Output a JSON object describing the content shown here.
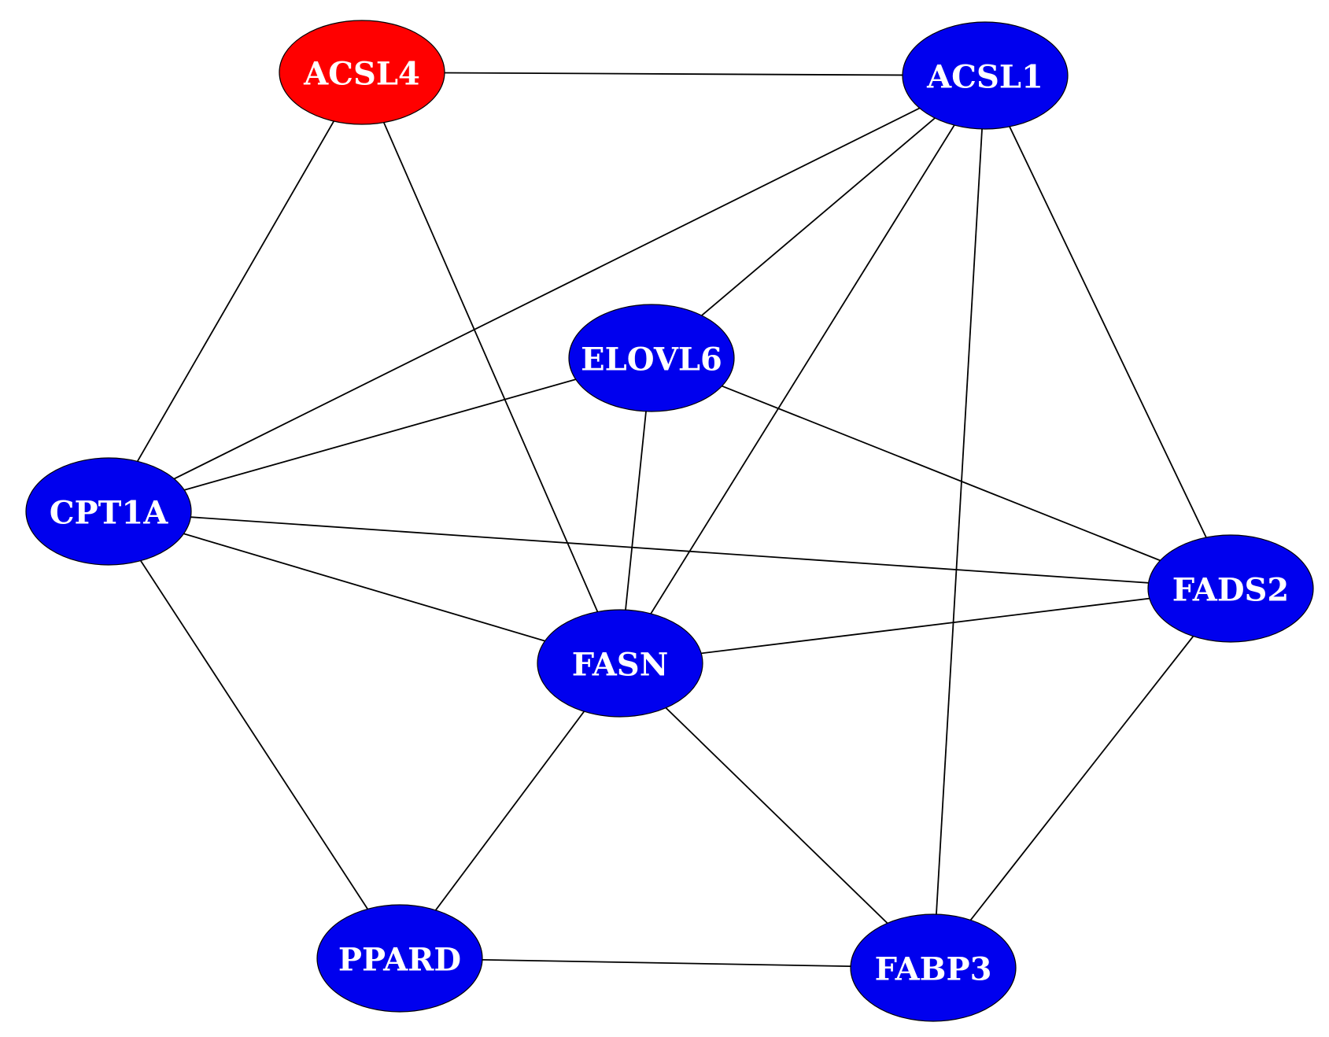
{
  "colors": {
    "highlight": "#ff0000",
    "default": "#0000ee",
    "edge": "#000000",
    "label": "#ffffff",
    "background": "#ffffff"
  },
  "nodes": [
    {
      "id": "ACSL4",
      "label": "ACSL4",
      "color": "#ff0000"
    },
    {
      "id": "ACSL1",
      "label": "ACSL1",
      "color": "#0000ee"
    },
    {
      "id": "ELOVL6",
      "label": "ELOVL6",
      "color": "#0000ee"
    },
    {
      "id": "CPT1A",
      "label": "CPT1A",
      "color": "#0000ee"
    },
    {
      "id": "FADS2",
      "label": "FADS2",
      "color": "#0000ee"
    },
    {
      "id": "FASN",
      "label": "FASN",
      "color": "#0000ee"
    },
    {
      "id": "PPARD",
      "label": "PPARD",
      "color": "#0000ee"
    },
    {
      "id": "FABP3",
      "label": "FABP3",
      "color": "#0000ee"
    }
  ],
  "edges": [
    {
      "source": "ACSL4",
      "target": "ACSL1"
    },
    {
      "source": "ACSL4",
      "target": "CPT1A"
    },
    {
      "source": "ACSL4",
      "target": "FASN"
    },
    {
      "source": "ACSL1",
      "target": "CPT1A"
    },
    {
      "source": "ACSL1",
      "target": "ELOVL6"
    },
    {
      "source": "ACSL1",
      "target": "FASN"
    },
    {
      "source": "ACSL1",
      "target": "FABP3"
    },
    {
      "source": "ACSL1",
      "target": "FADS2"
    },
    {
      "source": "ELOVL6",
      "target": "CPT1A"
    },
    {
      "source": "ELOVL6",
      "target": "FASN"
    },
    {
      "source": "ELOVL6",
      "target": "FADS2"
    },
    {
      "source": "CPT1A",
      "target": "FADS2"
    },
    {
      "source": "CPT1A",
      "target": "FASN"
    },
    {
      "source": "CPT1A",
      "target": "PPARD"
    },
    {
      "source": "FASN",
      "target": "FADS2"
    },
    {
      "source": "FASN",
      "target": "PPARD"
    },
    {
      "source": "FASN",
      "target": "FABP3"
    },
    {
      "source": "FADS2",
      "target": "FABP3"
    },
    {
      "source": "PPARD",
      "target": "FABP3"
    }
  ]
}
